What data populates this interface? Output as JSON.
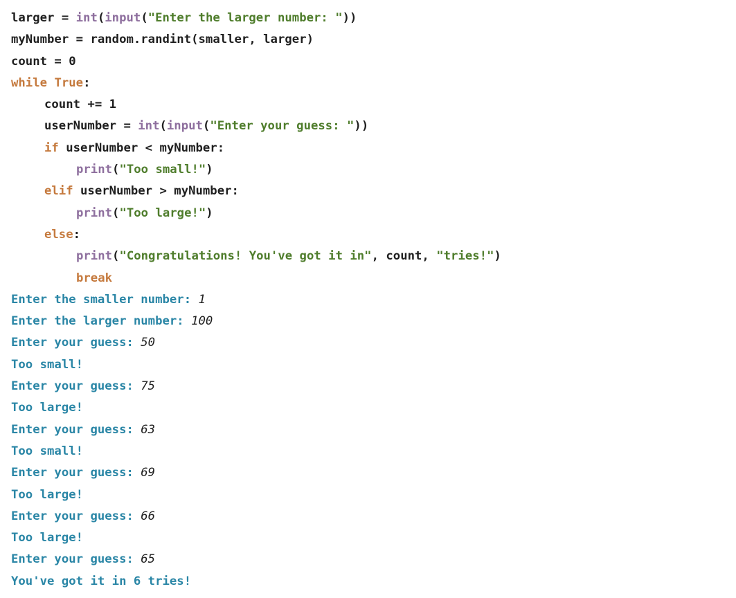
{
  "code": {
    "line1": {
      "var": "larger",
      "op": " = ",
      "fn1": "int",
      "p1": "(",
      "fn2": "input",
      "p2": "(",
      "str": "\"Enter the larger number: \"",
      "close": "))"
    },
    "line2": {
      "text": "myNumber = random.randint(smaller, larger)"
    },
    "line3": {
      "text": "count = 0"
    },
    "line4": {
      "kw_while": "while",
      "sp": " ",
      "kw_true": "True",
      "colon": ":"
    },
    "line5": {
      "text": "count += 1"
    },
    "line6": {
      "var": "userNumber",
      "op": " = ",
      "fn1": "int",
      "p1": "(",
      "fn2": "input",
      "p2": "(",
      "str": "\"Enter your guess: \"",
      "close": "))"
    },
    "line7": {
      "kw": "if",
      "rest": " userNumber < myNumber:"
    },
    "line8": {
      "fn": "print",
      "p": "(",
      "str": "\"Too small!\"",
      "close": ")"
    },
    "line9": {
      "kw": "elif",
      "rest": " userNumber > myNumber:"
    },
    "line10": {
      "fn": "print",
      "p": "(",
      "str": "\"Too large!\"",
      "close": ")"
    },
    "line11": {
      "kw": "else",
      "rest": ":"
    },
    "line12": {
      "fn": "print",
      "p": "(",
      "str1": "\"Congratulations! You've got it in\"",
      "mid": ", count, ",
      "str2": "\"tries!\"",
      "close": ")"
    },
    "line13": {
      "kw": "break"
    }
  },
  "output": [
    {
      "prompt": "Enter the smaller number: ",
      "input": "1"
    },
    {
      "prompt": "Enter the larger number: ",
      "input": "100"
    },
    {
      "prompt": "Enter your guess: ",
      "input": "50"
    },
    {
      "prompt": "Too small!",
      "input": ""
    },
    {
      "prompt": "Enter your guess: ",
      "input": "75"
    },
    {
      "prompt": "Too large!",
      "input": ""
    },
    {
      "prompt": "Enter your guess: ",
      "input": "63"
    },
    {
      "prompt": "Too small!",
      "input": ""
    },
    {
      "prompt": "Enter your guess: ",
      "input": "69"
    },
    {
      "prompt": "Too large!",
      "input": ""
    },
    {
      "prompt": "Enter your guess: ",
      "input": "66"
    },
    {
      "prompt": "Too large!",
      "input": ""
    },
    {
      "prompt": "Enter your guess: ",
      "input": "65"
    },
    {
      "prompt": "You've got it in 6 tries!",
      "input": ""
    }
  ],
  "colors": {
    "keyword": "#c57a3e",
    "builtin": "#8e6f9e",
    "string": "#4f7d2c",
    "output": "#2a86a6",
    "text": "#1f1f1f"
  }
}
